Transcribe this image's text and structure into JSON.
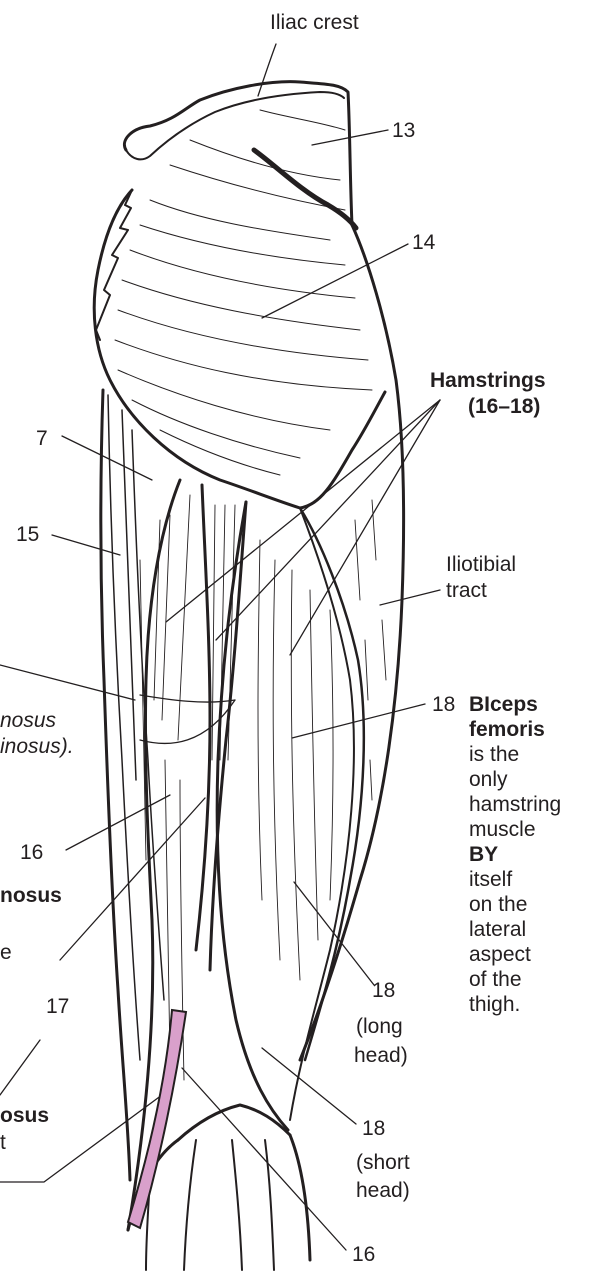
{
  "labels": {
    "iliac_crest": "Iliac crest",
    "n13": "13",
    "n14": "14",
    "hamstrings_title": "Hamstrings",
    "hamstrings_range": "(16–18)",
    "iliotibial_1": "Iliotibial",
    "iliotibial_2": "tract",
    "n7": "7",
    "n15": "15",
    "partial_left_1": "nosus",
    "partial_left_2": "inosus).",
    "n16_left": "16",
    "partial_bold_1": "nosus",
    "partial_e": "e",
    "n17": "17",
    "partial_bold_2": "osus",
    "partial_t": "t",
    "n18_biceps": "18",
    "biceps_title_1": "BIceps",
    "biceps_title_2": "femoris",
    "biceps_desc": [
      "is the",
      "only",
      "hamstring",
      "muscle"
    ],
    "biceps_by": "BY",
    "biceps_desc2": [
      "itself",
      "on the",
      "lateral",
      "aspect",
      "of the",
      "thigh."
    ],
    "n18_long": "18",
    "long_head_1": "(long",
    "long_head_2": "head)",
    "n18_short": "18",
    "short_head_1": "(short",
    "short_head_2": "head)",
    "n16_bottom": "16"
  },
  "colors": {
    "line": "#231f20",
    "highlight": "#d9a0cb",
    "background": "#ffffff"
  }
}
